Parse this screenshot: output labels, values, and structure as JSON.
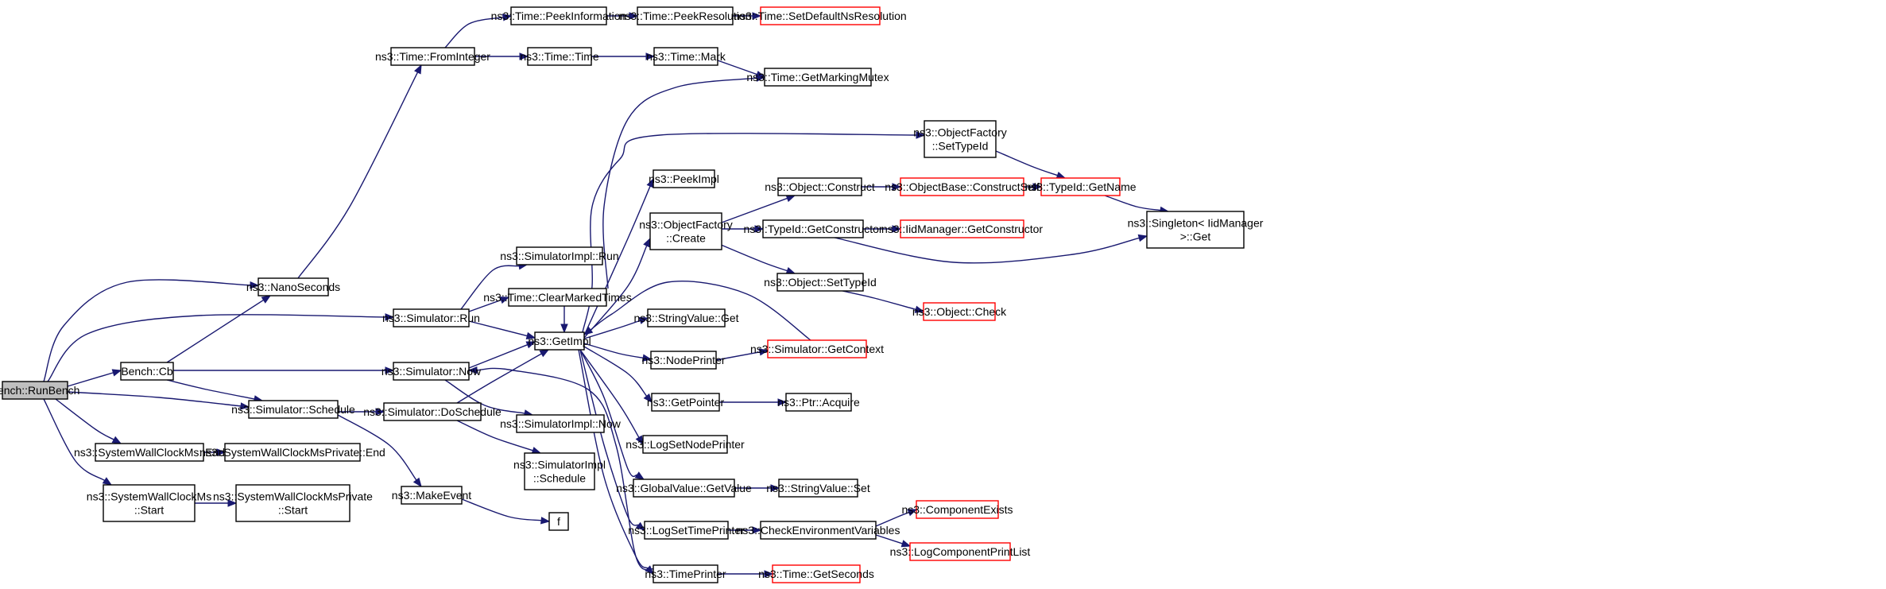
{
  "diagram": {
    "type": "call-graph",
    "colors": {
      "edge": "#191970",
      "node_border": "#000000",
      "truncated_node_border": "#ff0000",
      "root_fill": "#bfbfbf",
      "node_fill": "#ffffff"
    },
    "nodes": [
      {
        "id": "runbench",
        "lines": [
          "Bench::RunBench"
        ],
        "root": true
      },
      {
        "id": "nanoseconds",
        "lines": [
          "ns3::NanoSeconds"
        ]
      },
      {
        "id": "benchcb",
        "lines": [
          "Bench::Cb"
        ]
      },
      {
        "id": "schedule",
        "lines": [
          "ns3::Simulator::Schedule"
        ]
      },
      {
        "id": "swc_end",
        "lines": [
          "ns3::SystemWallClockMs::End"
        ]
      },
      {
        "id": "swc_start",
        "lines": [
          "ns3::SystemWallClockMs",
          "::Start"
        ]
      },
      {
        "id": "swcp_end",
        "lines": [
          "ns3::SystemWallClockMsPrivate::End"
        ]
      },
      {
        "id": "swcp_start",
        "lines": [
          "ns3::SystemWallClockMsPrivate",
          "::Start"
        ]
      },
      {
        "id": "fromint",
        "lines": [
          "ns3::Time::FromInteger"
        ]
      },
      {
        "id": "simrun",
        "lines": [
          "ns3::Simulator::Run"
        ]
      },
      {
        "id": "simnow",
        "lines": [
          "ns3::Simulator::Now"
        ]
      },
      {
        "id": "doschedule",
        "lines": [
          "ns3::Simulator::DoSchedule"
        ]
      },
      {
        "id": "makeevent",
        "lines": [
          "ns3::MakeEvent"
        ]
      },
      {
        "id": "peekinfo",
        "lines": [
          "ns3::Time::PeekInformation"
        ]
      },
      {
        "id": "timetime",
        "lines": [
          "ns3::Time::Time"
        ]
      },
      {
        "id": "simimplrun",
        "lines": [
          "ns3::SimulatorImpl::Run"
        ]
      },
      {
        "id": "clearmarked",
        "lines": [
          "ns3::Time::ClearMarkedTimes"
        ]
      },
      {
        "id": "getimpl",
        "lines": [
          "ns3::GetImpl"
        ]
      },
      {
        "id": "simimplnow",
        "lines": [
          "ns3::SimulatorImpl::Now"
        ]
      },
      {
        "id": "simimplsched",
        "lines": [
          "ns3::SimulatorImpl",
          "::Schedule"
        ]
      },
      {
        "id": "f",
        "lines": [
          "f"
        ]
      },
      {
        "id": "peekres",
        "lines": [
          "ns3::Time::PeekResolution"
        ]
      },
      {
        "id": "timemark",
        "lines": [
          "ns3::Time::Mark"
        ]
      },
      {
        "id": "peekimpl",
        "lines": [
          "ns3::PeekImpl"
        ]
      },
      {
        "id": "ofcreate",
        "lines": [
          "ns3::ObjectFactory",
          "::Create"
        ]
      },
      {
        "id": "strvalget",
        "lines": [
          "ns3::StringValue::Get"
        ]
      },
      {
        "id": "nodeprinter",
        "lines": [
          "ns3::NodePrinter"
        ]
      },
      {
        "id": "getpointer",
        "lines": [
          "ns3::GetPointer"
        ]
      },
      {
        "id": "logsetnode",
        "lines": [
          "ns3::LogSetNodePrinter"
        ]
      },
      {
        "id": "gvgetvalue",
        "lines": [
          "ns3::GlobalValue::GetValue"
        ]
      },
      {
        "id": "logsettime",
        "lines": [
          "ns3::LogSetTimePrinter"
        ]
      },
      {
        "id": "timeprinter",
        "lines": [
          "ns3::TimePrinter"
        ]
      },
      {
        "id": "setdefres",
        "lines": [
          "ns3::Time::SetDefaultNsResolution"
        ],
        "truncated": true
      },
      {
        "id": "markingmutex",
        "lines": [
          "ns3::Time::GetMarkingMutex"
        ]
      },
      {
        "id": "ofsettypeid",
        "lines": [
          "ns3::ObjectFactory",
          "::SetTypeId"
        ]
      },
      {
        "id": "objconstruct",
        "lines": [
          "ns3::Object::Construct"
        ]
      },
      {
        "id": "tidgetctor",
        "lines": [
          "ns3::TypeId::GetConstructor"
        ]
      },
      {
        "id": "objsettypeid",
        "lines": [
          "ns3::Object::SetTypeId"
        ]
      },
      {
        "id": "simgetctx",
        "lines": [
          "ns3::Simulator::GetContext"
        ],
        "truncated": true
      },
      {
        "id": "ptracquire",
        "lines": [
          "ns3::Ptr::Acquire"
        ]
      },
      {
        "id": "strvalset",
        "lines": [
          "ns3::StringValue::Set"
        ]
      },
      {
        "id": "checkenv",
        "lines": [
          "ns3::CheckEnvironmentVariables"
        ]
      },
      {
        "id": "getseconds",
        "lines": [
          "ns3::Time::GetSeconds"
        ],
        "truncated": true
      },
      {
        "id": "constructself",
        "lines": [
          "ns3::ObjectBase::ConstructSelf"
        ],
        "truncated": true
      },
      {
        "id": "iidgetctor",
        "lines": [
          "ns3::IidManager::GetConstructor"
        ],
        "truncated": true
      },
      {
        "id": "objcheck",
        "lines": [
          "ns3::Object::Check"
        ],
        "truncated": true
      },
      {
        "id": "compexists",
        "lines": [
          "ns3::ComponentExists"
        ],
        "truncated": true
      },
      {
        "id": "logcompprint",
        "lines": [
          "ns3::LogComponentPrintList"
        ],
        "truncated": true
      },
      {
        "id": "tidgetname",
        "lines": [
          "ns3::TypeId::GetName"
        ],
        "truncated": true
      },
      {
        "id": "singletonget",
        "lines": [
          "ns3::Singleton< IidManager",
          " >::Get"
        ]
      }
    ],
    "edges": [
      {
        "from": "runbench",
        "to": "nanoseconds"
      },
      {
        "from": "runbench",
        "to": "simrun"
      },
      {
        "from": "runbench",
        "to": "benchcb"
      },
      {
        "from": "runbench",
        "to": "schedule"
      },
      {
        "from": "runbench",
        "to": "swc_end"
      },
      {
        "from": "runbench",
        "to": "swc_start"
      },
      {
        "from": "nanoseconds",
        "to": "fromint"
      },
      {
        "from": "benchcb",
        "to": "nanoseconds"
      },
      {
        "from": "benchcb",
        "to": "simnow"
      },
      {
        "from": "benchcb",
        "to": "schedule"
      },
      {
        "from": "schedule",
        "to": "doschedule"
      },
      {
        "from": "schedule",
        "to": "makeevent"
      },
      {
        "from": "swc_end",
        "to": "swcp_end"
      },
      {
        "from": "swc_start",
        "to": "swcp_start"
      },
      {
        "from": "fromint",
        "to": "peekinfo"
      },
      {
        "from": "fromint",
        "to": "timetime"
      },
      {
        "from": "simrun",
        "to": "simimplrun"
      },
      {
        "from": "simrun",
        "to": "clearmarked"
      },
      {
        "from": "simrun",
        "to": "getimpl"
      },
      {
        "from": "simnow",
        "to": "getimpl"
      },
      {
        "from": "simnow",
        "to": "simimplnow"
      },
      {
        "from": "doschedule",
        "to": "getimpl"
      },
      {
        "from": "doschedule",
        "to": "simimplsched"
      },
      {
        "from": "makeevent",
        "to": "f"
      },
      {
        "from": "peekinfo",
        "to": "peekres"
      },
      {
        "from": "peekres",
        "to": "setdefres"
      },
      {
        "from": "timetime",
        "to": "timemark"
      },
      {
        "from": "timemark",
        "to": "markingmutex"
      },
      {
        "from": "clearmarked",
        "to": "markingmutex"
      },
      {
        "from": "clearmarked",
        "to": "getimpl"
      },
      {
        "from": "getimpl",
        "to": "peekimpl"
      },
      {
        "from": "getimpl",
        "to": "ofcreate"
      },
      {
        "from": "getimpl",
        "to": "ofsettypeid"
      },
      {
        "from": "getimpl",
        "to": "strvalget"
      },
      {
        "from": "getimpl",
        "to": "nodeprinter"
      },
      {
        "from": "getimpl",
        "to": "getpointer"
      },
      {
        "from": "getimpl",
        "to": "logsetnode"
      },
      {
        "from": "getimpl",
        "to": "gvgetvalue"
      },
      {
        "from": "getimpl",
        "to": "logsettime"
      },
      {
        "from": "getimpl",
        "to": "timeprinter"
      },
      {
        "from": "ofcreate",
        "to": "objconstruct"
      },
      {
        "from": "ofcreate",
        "to": "tidgetctor"
      },
      {
        "from": "ofcreate",
        "to": "objsettypeid"
      },
      {
        "from": "ofsettypeid",
        "to": "tidgetname"
      },
      {
        "from": "objconstruct",
        "to": "constructself"
      },
      {
        "from": "constructself",
        "to": "tidgetname"
      },
      {
        "from": "tidgetname",
        "to": "singletonget"
      },
      {
        "from": "tidgetctor",
        "to": "iidgetctor"
      },
      {
        "from": "tidgetctor",
        "to": "singletonget"
      },
      {
        "from": "objsettypeid",
        "to": "objcheck"
      },
      {
        "from": "nodeprinter",
        "to": "simgetctx"
      },
      {
        "from": "simgetctx",
        "to": "getimpl"
      },
      {
        "from": "getpointer",
        "to": "ptracquire"
      },
      {
        "from": "gvgetvalue",
        "to": "strvalset"
      },
      {
        "from": "logsettime",
        "to": "checkenv"
      },
      {
        "from": "checkenv",
        "to": "compexists"
      },
      {
        "from": "checkenv",
        "to": "logcompprint"
      },
      {
        "from": "timeprinter",
        "to": "getseconds"
      },
      {
        "from": "timeprinter",
        "to": "simnow"
      }
    ]
  }
}
